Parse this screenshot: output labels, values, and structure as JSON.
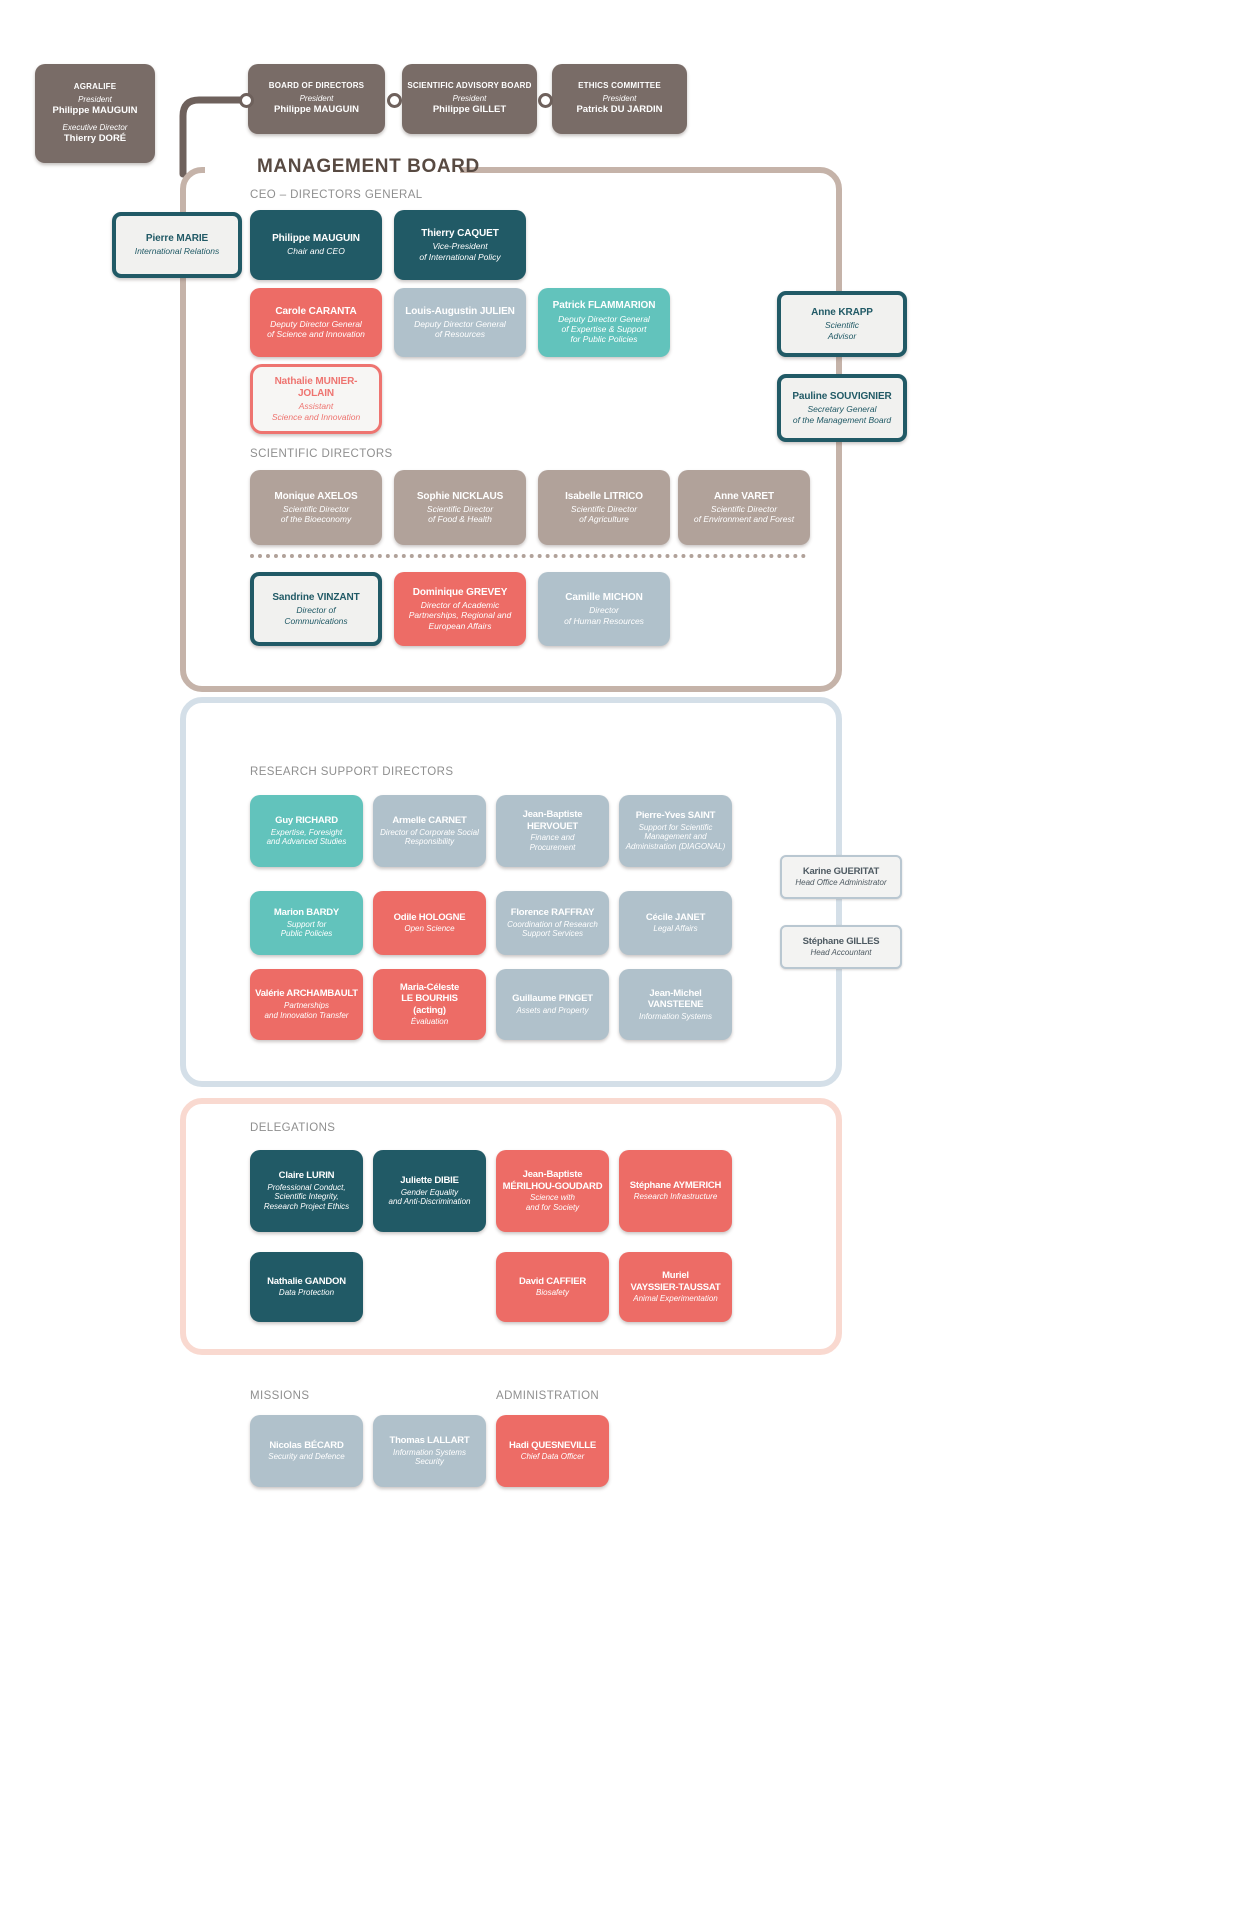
{
  "top_row": {
    "agralife": {
      "title": "AGRALIFE",
      "president_label": "President",
      "president": "Philippe MAUGUIN",
      "director_label": "Executive Director",
      "director": "Thierry DORÉ"
    },
    "board_of_directors": {
      "title": "BOARD OF DIRECTORS",
      "president_label": "President",
      "president": "Philippe MAUGUIN"
    },
    "scientific_advisory_board": {
      "title": "SCIENTIFIC ADVISORY BOARD",
      "president_label": "President",
      "president": "Philippe GILLET"
    },
    "ethics_committee": {
      "title": "ETHICS COMMITTEE",
      "president_label": "President",
      "president": "Patrick DU JARDIN"
    }
  },
  "management_board": {
    "title": "MANAGEMENT BOARD",
    "ceo_section_label": "CEO – DIRECTORS GENERAL",
    "scientific_section_label": "SCIENTIFIC DIRECTORS",
    "members": {
      "pierre_marie": {
        "name": "Pierre MARIE",
        "role": "International Relations"
      },
      "philippe_mauguin": {
        "name": "Philippe MAUGUIN",
        "role": "Chair and CEO"
      },
      "thierry_caquet": {
        "name": "Thierry CAQUET",
        "role": "Vice-President\nof International Policy"
      },
      "carole_caranta": {
        "name": "Carole CARANTA",
        "role": "Deputy Director General\nof Science and Innovation"
      },
      "louis_augustin_julien": {
        "name": "Louis-Augustin JULIEN",
        "role": "Deputy Director General\nof Resources"
      },
      "patrick_flammarion": {
        "name": "Patrick FLAMMARION",
        "role": "Deputy Director General\nof Expertise & Support\nfor Public Policies"
      },
      "anne_krapp": {
        "name": "Anne KRAPP",
        "role": "Scientific\nAdvisor"
      },
      "pauline_souvignier": {
        "name": "Pauline SOUVIGNIER",
        "role": "Secretary General\nof the Management Board"
      },
      "nathalie_munier_jolain": {
        "name": "Nathalie MUNIER-JOLAIN",
        "role": "Assistant\nScience and Innovation"
      },
      "monique_axelos": {
        "name": "Monique AXELOS",
        "role": "Scientific Director\nof the Bioeconomy"
      },
      "sophie_nicklaus": {
        "name": "Sophie NICKLAUS",
        "role": "Scientific Director\nof Food & Health"
      },
      "isabelle_litrico": {
        "name": "Isabelle LITRICO",
        "role": "Scientific Director\nof Agriculture"
      },
      "anne_varet": {
        "name": "Anne VARET",
        "role": "Scientific Director\nof Environment and Forest"
      },
      "sandrine_vinzant": {
        "name": "Sandrine VINZANT",
        "role": "Director of\nCommunications"
      },
      "dominique_grevey": {
        "name": "Dominique GREVEY",
        "role": "Director of Academic\nPartnerships, Regional and\nEuropean Affairs"
      },
      "camille_michon": {
        "name": "Camille MICHON",
        "role": "Director\nof Human Resources"
      }
    }
  },
  "research_support": {
    "section_label": "RESEARCH SUPPORT DIRECTORS",
    "members": {
      "guy_richard": {
        "name": "Guy RICHARD",
        "role": "Expertise, Foresight\nand Advanced Studies"
      },
      "armelle_carnet": {
        "name": "Armelle CARNET",
        "role": "Director of Corporate Social\nResponsibility"
      },
      "jean_baptiste_hervouet": {
        "name": "Jean-Baptiste HERVOUET",
        "role": "Finance and\nProcurement"
      },
      "pierre_yves_saint": {
        "name": "Pierre-Yves SAINT",
        "role": "Support for Scientific\nManagement and\nAdministration (DIAGONAL)"
      },
      "marion_bardy": {
        "name": "Marion BARDY",
        "role": "Support for\nPublic Policies"
      },
      "odile_hologne": {
        "name": "Odile HOLOGNE",
        "role": "Open Science"
      },
      "florence_raffray": {
        "name": "Florence RAFFRAY",
        "role": "Coordination of Research\nSupport Services"
      },
      "cecile_janet": {
        "name": "Cécile JANET",
        "role": "Legal Affairs"
      },
      "valerie_archambault": {
        "name": "Valérie ARCHAMBAULT",
        "role": "Partnerships\nand Innovation Transfer"
      },
      "maria_celeste_le_bourhis": {
        "name": "Maria-Céleste\nLE BOURHIS\n(acting)",
        "role": "Évaluation"
      },
      "guillaume_pinget": {
        "name": "Guillaume PINGET",
        "role": "Assets and Property"
      },
      "jean_michel_vansteene": {
        "name": "Jean-Michel VANSTEENE",
        "role": "Information Systems"
      },
      "karine_gueritat": {
        "name": "Karine GUERITAT",
        "role": "Head Office Administrator"
      },
      "stephane_gilles": {
        "name": "Stéphane GILLES",
        "role": "Head Accountant"
      }
    }
  },
  "delegations": {
    "section_label": "DELEGATIONS",
    "members": {
      "claire_lurin": {
        "name": "Claire LURIN",
        "role": "Professional Conduct,\nScientific Integrity,\nResearch Project Ethics"
      },
      "juliette_dibie": {
        "name": "Juliette DIBIE",
        "role": "Gender Equality\nand Anti-Discrimination"
      },
      "jean_baptiste_merilhou_goudard": {
        "name": "Jean-Baptiste\nMÉRILHOU-GOUDARD",
        "role": "Science with\nand for Society"
      },
      "stephane_aymerich": {
        "name": "Stéphane AYMERICH",
        "role": "Research Infrastructure"
      },
      "nathalie_gandon": {
        "name": "Nathalie GANDON",
        "role": "Data Protection"
      },
      "david_caffier": {
        "name": "David CAFFIER",
        "role": "Biosafety"
      },
      "muriel_vayssier_taussat": {
        "name": "Muriel\nVAYSSIER-TAUSSAT",
        "role": "Animal Experimentation"
      }
    }
  },
  "missions": {
    "section_label": "MISSIONS",
    "members": {
      "nicolas_becard": {
        "name": "Nicolas BÉCARD",
        "role": "Security and Defence"
      },
      "thomas_lallart": {
        "name": "Thomas LALLART",
        "role": "Information Systems\nSecurity"
      }
    }
  },
  "administration": {
    "section_label": "ADMINISTRATION",
    "members": {
      "hadi_quesneville": {
        "name": "Hadi QUESNEVILLE",
        "role": "Chief Data Officer"
      }
    }
  },
  "colors": {
    "dark_teal": "#215a66",
    "coral": "#ed6c66",
    "blue_gray": "#b0c1cb",
    "teal_green": "#62c3bc",
    "taupe": "#b1a29a",
    "dark_brown": "#796c67",
    "connector_brown": "#6e615c",
    "management_border_tan": "#c5b3a9",
    "research_border_blue": "#d4dfe8",
    "delegations_border_pink": "#f9d9d0"
  }
}
